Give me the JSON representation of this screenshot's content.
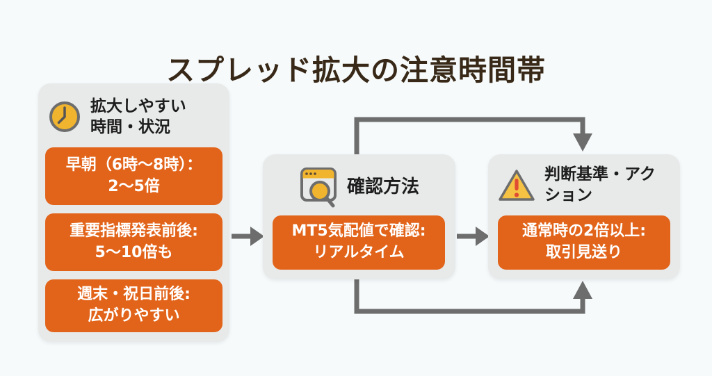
{
  "title": "スプレッド拡大の注意時間帯",
  "colors": {
    "background": "#f6fafb",
    "panel_gray": "#e8eaea",
    "accent_orange": "#e2641a",
    "arrow_gray": "#6d6d6d",
    "icon_amber": "#f0b42e",
    "warning_exclamation_red": "#e04b33",
    "title_text": "#382817",
    "header_text": "#1d1d1d",
    "box_text": "#ffffff"
  },
  "panels": {
    "expansion": {
      "icon": "clock",
      "header": "拡大しやすい\n時間・状況",
      "items": [
        "早朝（6時〜8時）：\n2〜5倍",
        "重要指標発表前後:\n5〜10倍も",
        "週末・祝日前後:\n広がりやすい"
      ]
    },
    "check": {
      "icon": "browser-magnifier",
      "header": "確認方法",
      "item": "MT5気配値で確認:\nリアルタイム"
    },
    "action": {
      "icon": "warning-triangle",
      "header": "判断基準・アク\nション",
      "item": "通常時の2倍以上:\n取引見送り"
    }
  }
}
